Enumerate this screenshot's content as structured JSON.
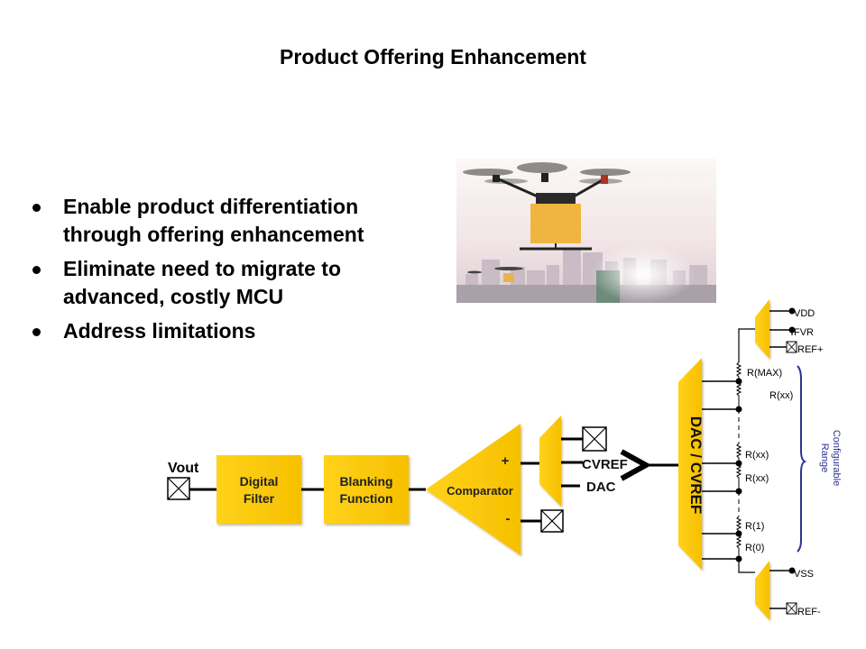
{
  "slide": {
    "title": "Product Offering Enhancement",
    "bullets": [
      {
        "line1": "Enable product differentiation",
        "line2": "through offering enhancement"
      },
      {
        "line1": "Eliminate need to migrate to",
        "line2": "advanced, costly MCU"
      },
      {
        "line1": "Address limitations",
        "line2": ""
      }
    ],
    "image": {
      "description": "Delivery drone carrying a yellow package over a city skyline at sunrise",
      "icon": "drone-photo"
    }
  },
  "diagram": {
    "colors": {
      "block_fill": "#ffcc00",
      "block_shadow": "#e0a800",
      "line": "#000000",
      "brace": "#2e3192",
      "range_text": "#2e3192"
    },
    "vout_label": "Vout",
    "blocks": {
      "digital_filter": {
        "line1": "Digital",
        "line2": "Filter"
      },
      "blanking_function": {
        "line1": "Blanking",
        "line2": "Function"
      }
    },
    "comparator": {
      "label": "Comparator",
      "plus": "+",
      "minus": "-"
    },
    "mux_inputs": {
      "cvref": "CVREF",
      "dac": "DAC"
    },
    "dac_block_label": "DAC / CVREF",
    "top_mux_inputs": {
      "vdd": "VDD",
      "fvr": "FVR",
      "ref_plus": "REF+"
    },
    "bottom_mux_inputs": {
      "vss": "VSS",
      "ref_minus": "REF-"
    },
    "ladder_labels": {
      "r_max": "R(MAX)",
      "r_xx_1": "R(xx)",
      "r_xx_2": "R(xx)",
      "r_xx_3": "R(xx)",
      "r_1": "R(1)",
      "r_0": "R(0)"
    },
    "range_label": {
      "line1": "Configurable",
      "line2": "Range"
    }
  }
}
